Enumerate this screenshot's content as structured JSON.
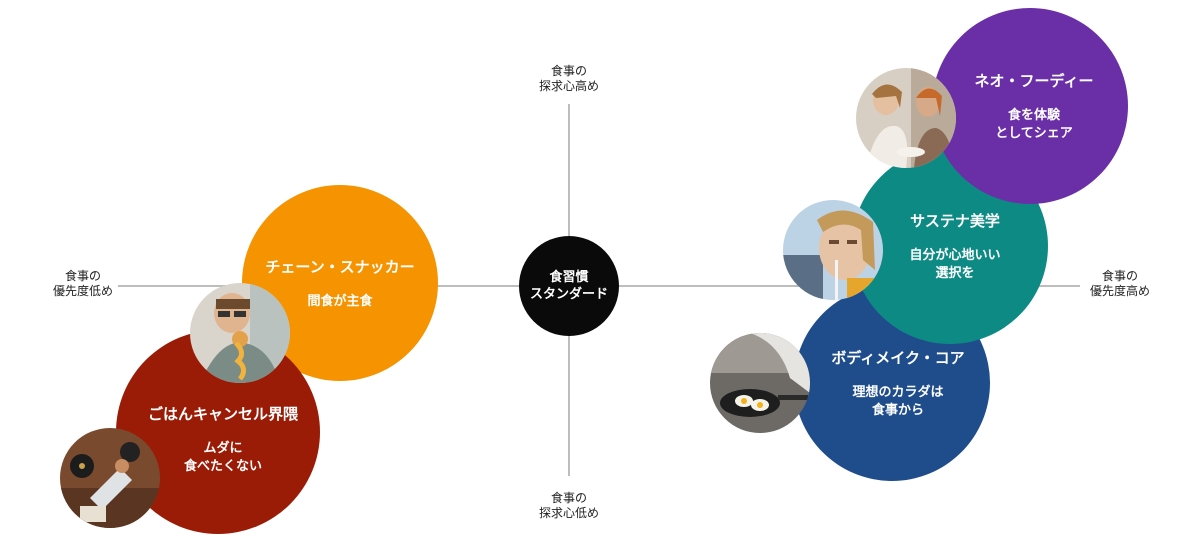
{
  "axes": {
    "top": "食事の\n探求心高め",
    "bottom": "食事の\n探求心低め",
    "left": "食事の\n優先度低め",
    "right": "食事の\n優先度高め"
  },
  "center": {
    "label": "食習慣\nスタンダード"
  },
  "segments": {
    "chain_snacker": {
      "title": "チェーン・スナッカー",
      "subtitle": "間食が主食",
      "color": "#f59300"
    },
    "gohan_cancel": {
      "title": "ごはんキャンセル界隈",
      "subtitle": "ムダに\n食べたくない",
      "color": "#9b1c06"
    },
    "body_make": {
      "title": "ボディメイク・コア",
      "subtitle": "理想のカラダは\n食事から",
      "color": "#1f4d8c"
    },
    "sustena": {
      "title": "サステナ美学",
      "subtitle": "自分が心地いい\n選択を",
      "color": "#0e8a84"
    },
    "neo_foodie": {
      "title": "ネオ・フーディー",
      "subtitle": "食を体験\nとしてシェア",
      "color": "#6a2fa6"
    }
  }
}
